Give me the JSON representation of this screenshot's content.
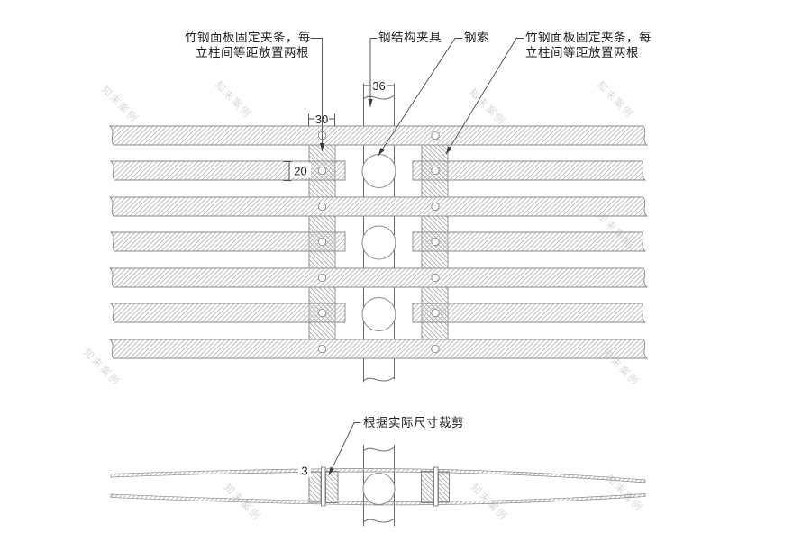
{
  "drawing": {
    "labels": {
      "panel_clamp_left_line1": "竹钢面板固定夹条，每",
      "panel_clamp_left_line2": "立柱间等距放置两根",
      "steel_clamp": "钢结构夹具",
      "steel_cable": "钢索",
      "panel_clamp_right_line1": "竹钢面板固定夹条，每",
      "panel_clamp_right_line2": "立柱间等距放置两根",
      "cut_note": "根据实际尺寸裁剪"
    },
    "dimensions": {
      "column_width": "36",
      "clamp_strip_width": "30",
      "panel_thickness": "20",
      "strip_thickness": "3"
    },
    "watermark": "知末案例",
    "colors": {
      "line": "#4a4a4a",
      "hatch": "#b8b8b8",
      "text": "#1f1f1f",
      "watermark": "#d9d9d9",
      "background": "#ffffff"
    }
  }
}
